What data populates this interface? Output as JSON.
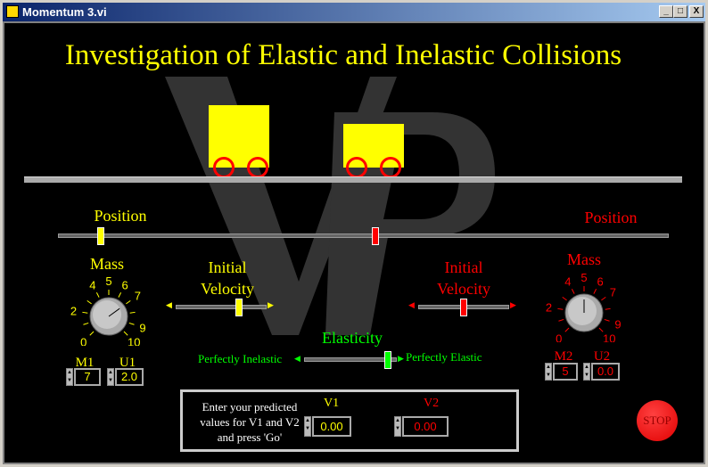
{
  "window": {
    "title": "Momentum 3.vi",
    "minimize": "_",
    "maximize": "□",
    "close": "X"
  },
  "main": {
    "title": "Investigation of Elastic and Inelastic Collisions",
    "watermark": "VP"
  },
  "left": {
    "position_label": "Position",
    "mass_label": "Mass",
    "velocity_label": "Initial Velocity",
    "mass_scale": [
      "0",
      "2",
      "4",
      "5",
      "6",
      "7",
      "9",
      "10"
    ],
    "m1_label": "M1",
    "m1_value": "7",
    "u1_label": "U1",
    "u1_value": "2.0",
    "mass": 7,
    "position_fraction": 0.07,
    "velocity_fraction": 0.7
  },
  "right": {
    "position_label": "Position",
    "mass_label": "Mass",
    "velocity_label": "Initial Velocity",
    "mass_scale": [
      "0",
      "2",
      "4",
      "5",
      "6",
      "7",
      "9",
      "10"
    ],
    "m2_label": "M2",
    "m2_value": "5",
    "u2_label": "U2",
    "u2_value": "0.0",
    "mass": 5,
    "position_fraction": 0.52,
    "velocity_fraction": 0.5
  },
  "elasticity": {
    "label": "Elasticity",
    "min_label": "Perfectly Inelastic",
    "max_label": "Perfectly Elastic",
    "fraction": 0.9
  },
  "prediction": {
    "instructions": "Enter your predicted values for V1 and V2 and press 'Go'",
    "v1_label": "V1",
    "v1_value": "0.00",
    "v2_label": "V2",
    "v2_value": "0.00"
  },
  "stop_label": "STOP",
  "colors": {
    "left": "#ffff00",
    "right": "#ff0000",
    "elastic": "#00ff00"
  }
}
